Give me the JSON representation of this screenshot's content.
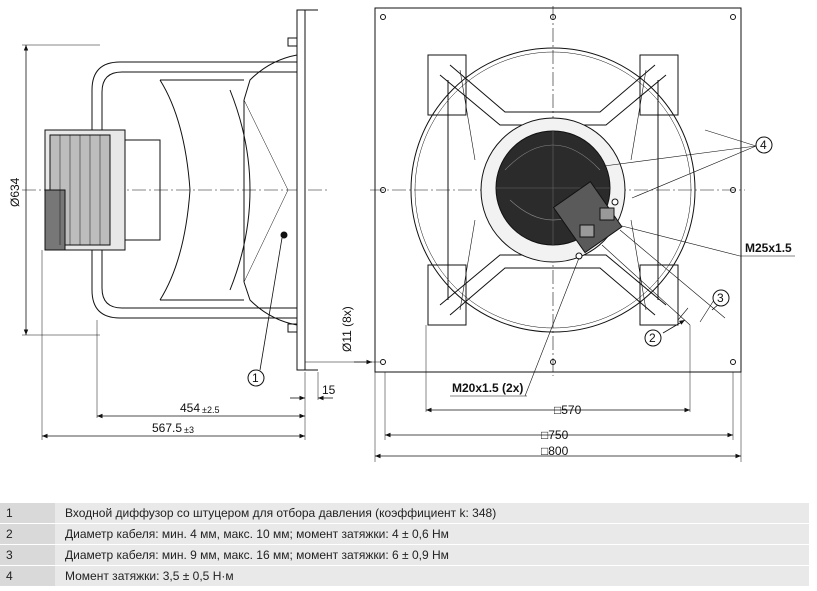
{
  "dimensions": {
    "diameter_634": "Ø634",
    "depth_454": "454",
    "depth_454_tol": "±2.5",
    "depth_567": "567.5",
    "depth_567_tol": "±3",
    "flange_15": "15",
    "holes": "Ø11 (8x)",
    "square_570": "□570",
    "square_750": "□750",
    "square_800": "□800",
    "thread_m25": "M25x1.5",
    "thread_m20": "M20x1.5 (2x)"
  },
  "callouts": [
    "1",
    "2",
    "3",
    "4"
  ],
  "legend": [
    {
      "num": "1",
      "text": "Входной диффузор со штуцером для отбора давления (коэффициент k: 348)"
    },
    {
      "num": "2",
      "text": "Диаметр кабеля: мин. 4 мм, макс. 10 мм; момент затяжки: 4 ± 0,6 Нм"
    },
    {
      "num": "3",
      "text": "Диаметр кабеля: мин. 9 мм, макс. 16 мм; момент затяжки: 6 ± 0,9 Нм"
    },
    {
      "num": "4",
      "text": "Момент затяжки: 3,5 ± 0,5 Н·м"
    }
  ]
}
